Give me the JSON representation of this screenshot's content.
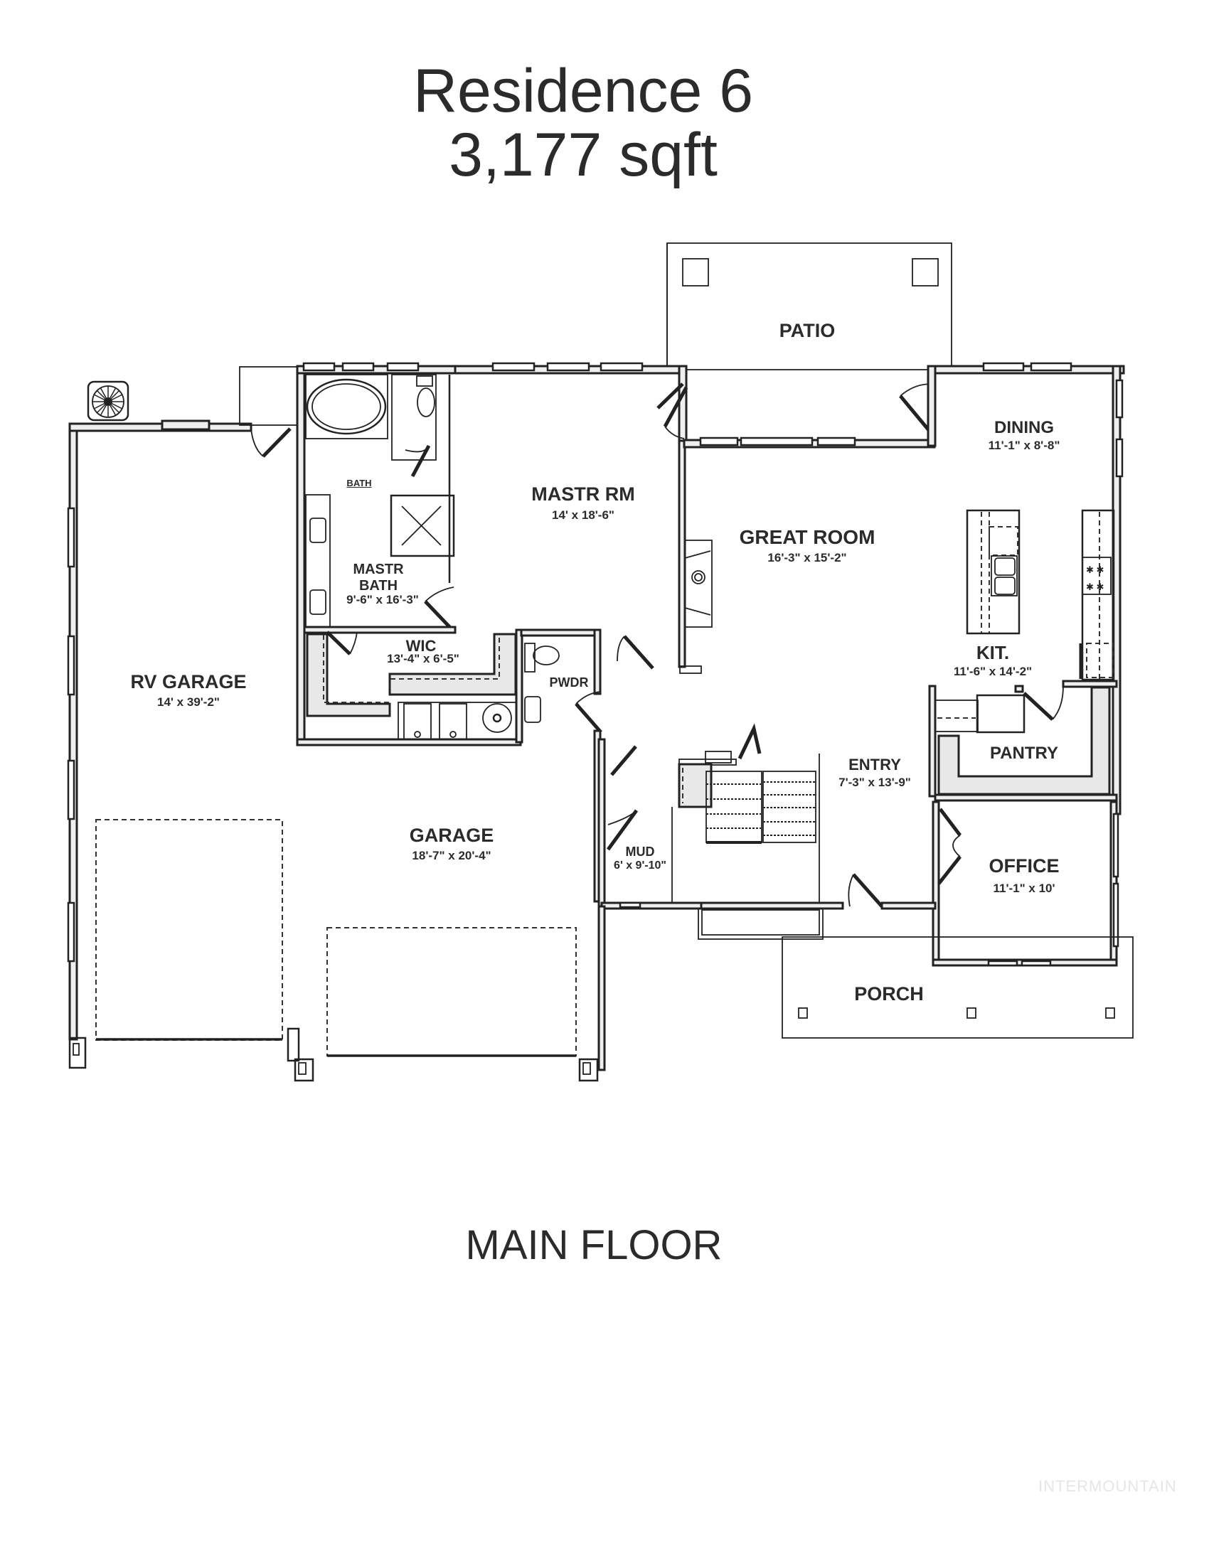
{
  "header": {
    "title": "Residence 6",
    "area": "3,177 sqft"
  },
  "floor_label": "MAIN FLOOR",
  "watermark": "INTERMOUNTAIN",
  "rooms": {
    "patio": {
      "name": "PATIO"
    },
    "dining": {
      "name": "DINING",
      "dims": "11'-1\" x 8'-8\""
    },
    "bath": {
      "name": "BATH"
    },
    "mastr_rm": {
      "name": "MASTR RM",
      "dims": "14' x 18'-6\""
    },
    "great_room": {
      "name": "GREAT ROOM",
      "dims": "16'-3\" x 15'-2\""
    },
    "mastr_bath": {
      "name_line1": "MASTR",
      "name_line2": "BATH",
      "dims": "9'-6\" x 16'-3\""
    },
    "wic": {
      "name": "WIC",
      "dims": "13'-4\" x 6'-5\""
    },
    "pwdr": {
      "name": "PWDR"
    },
    "kit": {
      "name": "KIT.",
      "dims": "11'-6\" x 14'-2\""
    },
    "rv_garage": {
      "name": "RV GARAGE",
      "dims": "14' x 39'-2\""
    },
    "pantry": {
      "name": "PANTRY"
    },
    "entry": {
      "name": "ENTRY",
      "dims": "7'-3\" x 13'-9\""
    },
    "garage": {
      "name": "GARAGE",
      "dims": "18'-7\" x 20'-4\""
    },
    "mud": {
      "name": "MUD",
      "dims": "6' x 9'-10\""
    },
    "office": {
      "name": "OFFICE",
      "dims": "11'-1\" x 10'"
    },
    "porch": {
      "name": "PORCH"
    }
  },
  "colors": {
    "ink": "#2b2b2b",
    "wall_fill": "#efefef",
    "shade_fill": "#e8e8e8",
    "watermark": "#e6e6e6"
  }
}
